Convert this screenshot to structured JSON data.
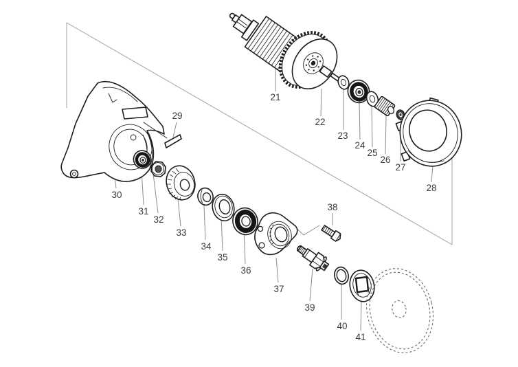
{
  "figure": {
    "kind": "exploded-parts-diagram",
    "background_color": "#ffffff",
    "part_line_color": "#1c1c1c",
    "leader_line_color": "#8c8c8c",
    "frame_line_color": "#a2a2a2",
    "blade_dash_color": "#666666",
    "label_color": "#3a3a3a"
  },
  "callouts": [
    {
      "label": "21"
    },
    {
      "label": "22"
    },
    {
      "label": "23"
    },
    {
      "label": "24"
    },
    {
      "label": "25"
    },
    {
      "label": "26"
    },
    {
      "label": "27"
    },
    {
      "label": "28"
    },
    {
      "label": "29"
    },
    {
      "label": "30"
    },
    {
      "label": "31"
    },
    {
      "label": "32"
    },
    {
      "label": "33"
    },
    {
      "label": "34"
    },
    {
      "label": "35"
    },
    {
      "label": "36"
    },
    {
      "label": "37"
    },
    {
      "label": "38"
    },
    {
      "label": "39"
    },
    {
      "label": "40"
    },
    {
      "label": "41"
    }
  ]
}
